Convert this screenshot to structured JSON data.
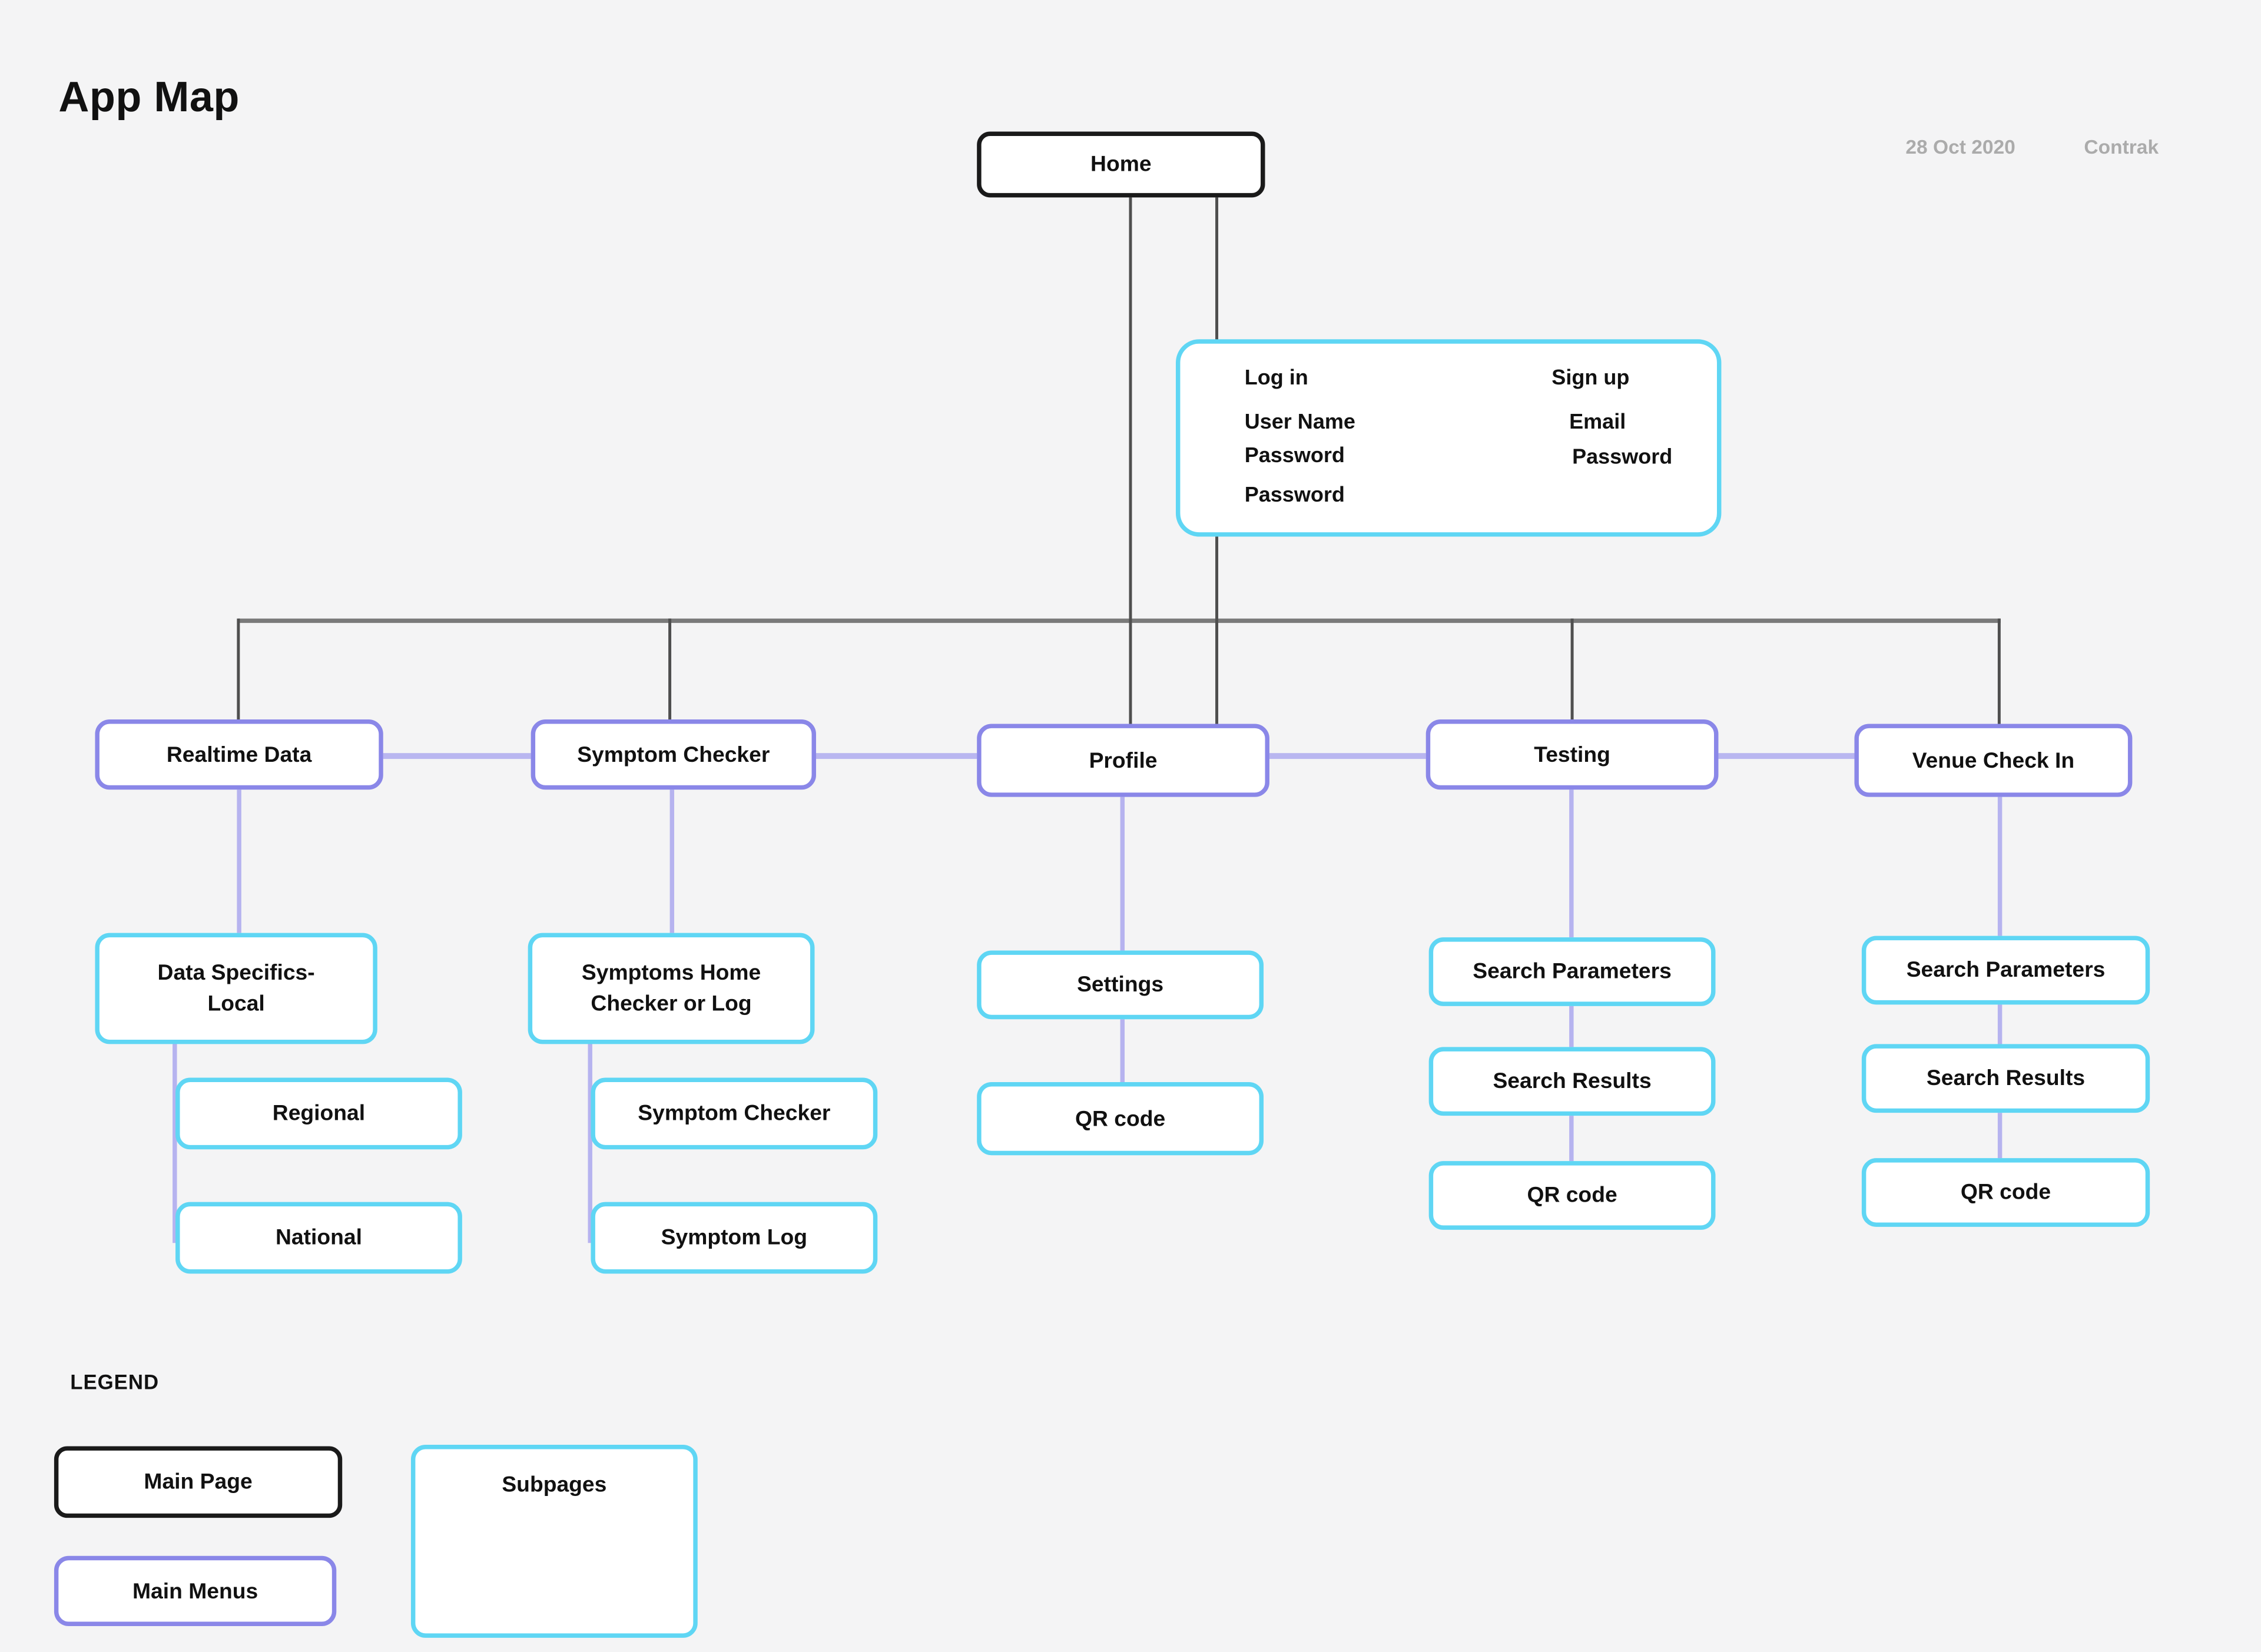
{
  "page": {
    "title": "App Map",
    "date": "28 Oct 2020",
    "brand": "Contrak"
  },
  "nodes": {
    "home": "Home",
    "menus": {
      "realtime": "Realtime Data",
      "symptom": "Symptom Checker",
      "profile": "Profile",
      "testing": "Testing",
      "venue": "Venue Check In"
    },
    "realtime_sub": {
      "specifics_l1": "Data Specifics-",
      "specifics_l2": "Local",
      "regional": "Regional",
      "national": "National"
    },
    "symptom_sub": {
      "home_l1": "Symptoms Home",
      "home_l2": "Checker or Log",
      "checker": "Symptom Checker",
      "log": "Symptom Log"
    },
    "profile_sub": {
      "settings": "Settings",
      "qr": "QR code"
    },
    "testing_sub": {
      "params": "Search Parameters",
      "results": "Search Results",
      "qr": "QR code"
    },
    "venue_sub": {
      "params": "Search Parameters",
      "results": "Search Results",
      "qr": "QR code"
    }
  },
  "auth": {
    "login_title": "Log in",
    "login_username": "User Name",
    "login_password": "Password",
    "login_password_confirm": "Password",
    "signup_title": "Sign up",
    "signup_email": "Email",
    "signup_password": "Password"
  },
  "legend": {
    "heading": "LEGEND",
    "main_page": "Main Page",
    "main_menus": "Main Menus",
    "subpages": "Subpages"
  },
  "colors": {
    "background": "#f4f4f5",
    "main_page_border": "#1a1a1a",
    "main_menu_border": "#8a87e8",
    "subpage_border": "#5fd6f4",
    "connector_dark": "#4f4f4f",
    "connector_bar": "#7a7a7a",
    "connector_light": "#b6b3ef",
    "menu_connector": "#b9b6f0",
    "muted_text": "#ababab"
  }
}
